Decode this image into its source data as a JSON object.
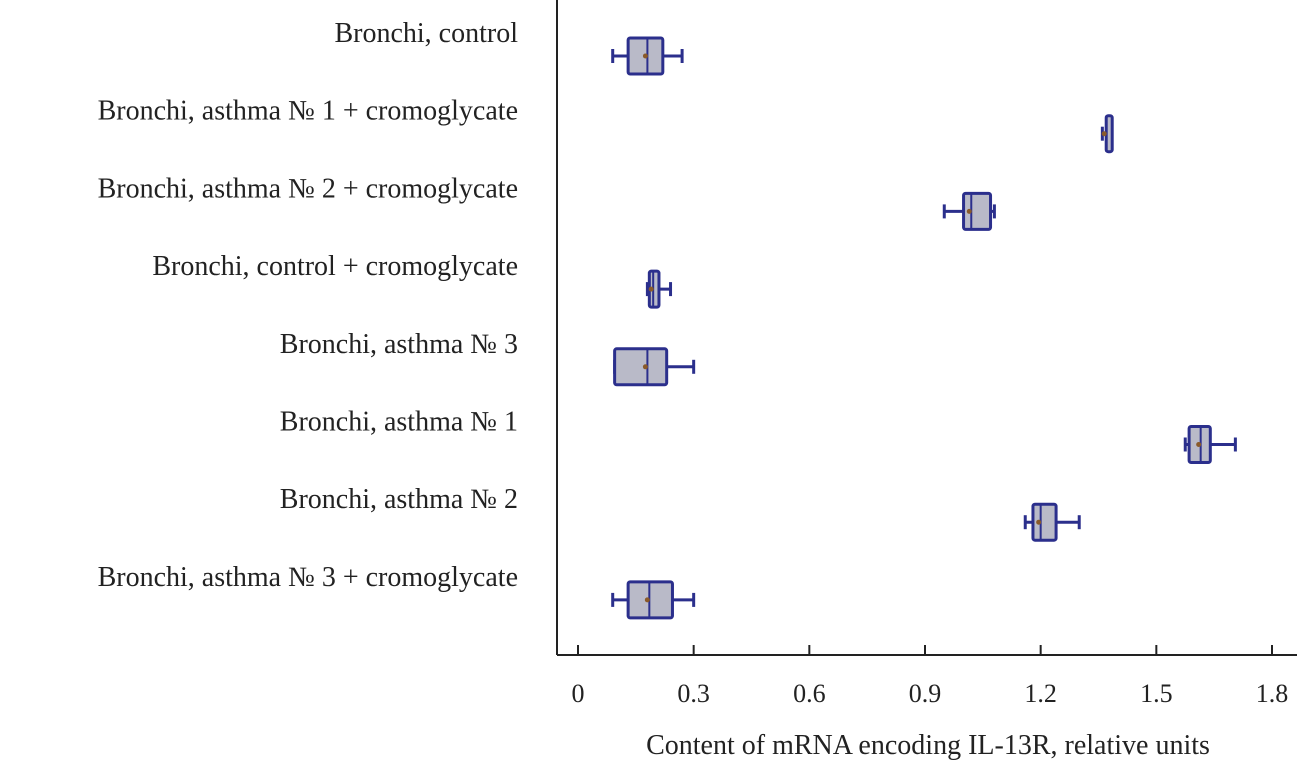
{
  "chart_data": {
    "type": "boxplot",
    "orientation": "horizontal",
    "xlabel": "Content of mRNA encoding IL-13R, relative units",
    "xlim": [
      0,
      1.8
    ],
    "xticks": [
      0,
      0.3,
      0.6,
      0.9,
      1.2,
      1.5,
      1.8
    ],
    "xtick_labels": [
      "0",
      "0.3",
      "0.6",
      "0.9",
      "1.2",
      "1.5",
      "1.8"
    ],
    "colors": {
      "box_fill": "#b9bac8",
      "box_stroke": "#2b2f8c",
      "median_dot": "#8a5a2a",
      "axis": "#222222"
    },
    "categories": [
      "Bronchi, control",
      "Bronchi, asthma № 1 + cromoglycate",
      "Bronchi, asthma № 2 + cromoglycate",
      "Bronchi, control + cromoglycate",
      "Bronchi, asthma № 3",
      "Bronchi, asthma № 1",
      "Bronchi, asthma № 2",
      "Bronchi, asthma № 3 + cromoglycate"
    ],
    "boxes": [
      {
        "whisker_low": 0.09,
        "q1": 0.13,
        "median": 0.18,
        "q3": 0.22,
        "whisker_high": 0.27
      },
      {
        "whisker_low": 1.36,
        "q1": 1.37,
        "median": 1.37,
        "q3": 1.38,
        "whisker_high": 1.385
      },
      {
        "whisker_low": 0.95,
        "q1": 1.0,
        "median": 1.02,
        "q3": 1.07,
        "whisker_high": 1.08
      },
      {
        "whisker_low": 0.18,
        "q1": 0.185,
        "median": 0.195,
        "q3": 0.21,
        "whisker_high": 0.24
      },
      {
        "whisker_low": 0.095,
        "q1": 0.095,
        "median": 0.18,
        "q3": 0.23,
        "whisker_high": 0.3
      },
      {
        "whisker_low": 1.575,
        "q1": 1.585,
        "median": 1.615,
        "q3": 1.64,
        "whisker_high": 1.705
      },
      {
        "whisker_low": 1.16,
        "q1": 1.18,
        "median": 1.2,
        "q3": 1.24,
        "whisker_high": 1.3
      },
      {
        "whisker_low": 0.09,
        "q1": 0.13,
        "median": 0.185,
        "q3": 0.245,
        "whisker_high": 0.3
      }
    ]
  }
}
